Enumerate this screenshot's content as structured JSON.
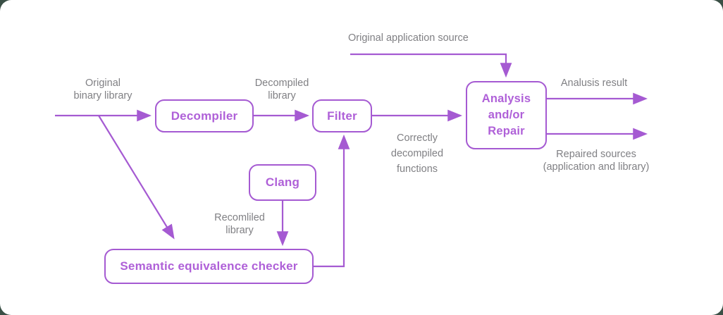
{
  "colors": {
    "purple": "#A55AD2",
    "box_text": "#AF60D8",
    "label_gray": "#808084",
    "page_background": "#3A4F45",
    "card_background": "#ffffff"
  },
  "nodes": {
    "decompiler": {
      "label": "Decompiler"
    },
    "filter": {
      "label": "Filter"
    },
    "analysis": {
      "line1": "Analysis",
      "line2": "and/or",
      "line3": "Repair"
    },
    "clang": {
      "label": "Clang"
    },
    "checker": {
      "label": "Semantic equivalence checker"
    }
  },
  "edge_labels": {
    "original_binary": {
      "line1": "Original",
      "line2": "binary library"
    },
    "decompiled": {
      "line1": "Decompiled",
      "line2": "library"
    },
    "original_app_source": {
      "text": "Original application source"
    },
    "analusis_result": {
      "text": "Analusis result"
    },
    "correctly_decompiled": {
      "line1": "Correctly",
      "line2": "decompiled",
      "line3": "functions"
    },
    "repaired_sources": {
      "line1": "Repaired sources",
      "line2": "(application and library)"
    },
    "recomliled": {
      "line1": "Recomliled",
      "line2": "library"
    }
  }
}
